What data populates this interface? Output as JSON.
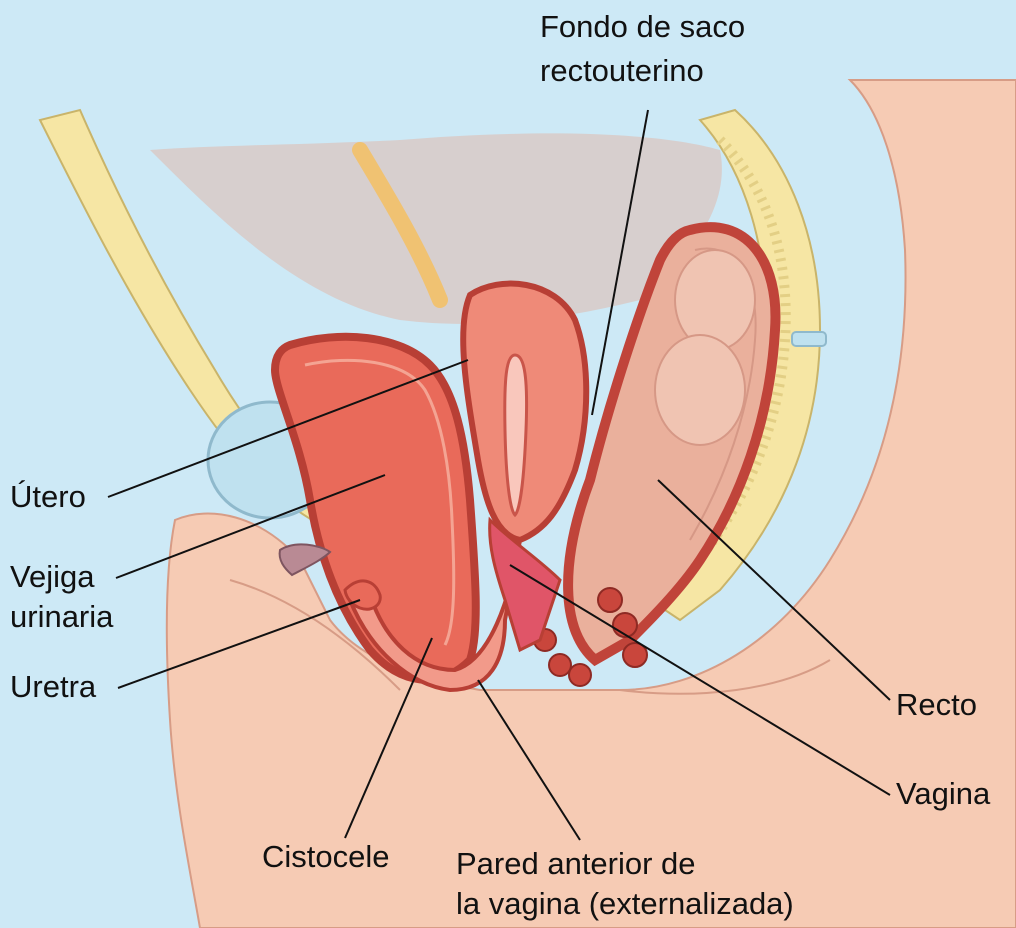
{
  "labels": {
    "fondo_line1": "Fondo de saco",
    "fondo_line2": "rectouterino",
    "utero": "Útero",
    "vejiga_line1": "Vejiga",
    "vejiga_line2": "urinaria",
    "uretra": "Uretra",
    "cistocele": "Cistocele",
    "pared_line1": "Pared anterior de",
    "pared_line2": "la vagina (externalizada)",
    "recto": "Recto",
    "vagina": "Vagina"
  },
  "colors": {
    "background": "#cde9f6",
    "skin": "#f6cbb4",
    "bone": "#f6e6a4",
    "organ": "#e96a5a",
    "organ_light": "#ef8a78",
    "rectum": "#eab09c",
    "cavity": "#d9c8c4"
  }
}
